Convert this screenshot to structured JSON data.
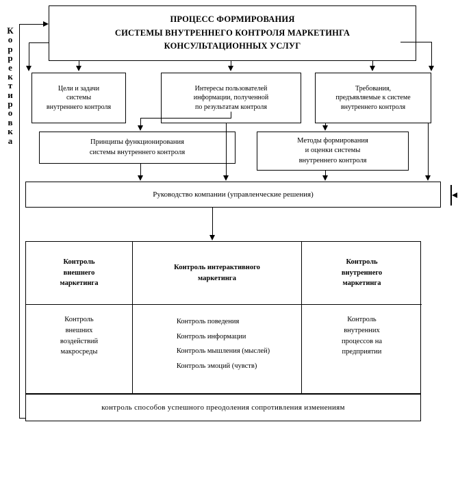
{
  "diagram": {
    "title_lines": [
      "ПРОЦЕСС ФОРМИРОВАНИЯ",
      "СИСТЕМЫ ВНУТРЕННЕГО КОНТРОЛЯ МАРКЕТИНГА",
      "КОНСУЛЬТАЦИОННЫХ  УСЛУГ"
    ],
    "feedback_label": "Корректировка",
    "feedback_label_letters": [
      "К",
      "о",
      "р",
      "р",
      "е",
      "к",
      "т",
      "и",
      "р",
      "о",
      "в",
      "к",
      "а"
    ],
    "level2": [
      {
        "id": "goals",
        "lines": [
          "Цели и задачи",
          "системы",
          "внутреннего контроля"
        ]
      },
      {
        "id": "interests",
        "lines": [
          "Интересы пользователей",
          "информации, полученной",
          "по результатам контроля"
        ]
      },
      {
        "id": "requirements",
        "lines": [
          "Требования,",
          "предъявляемые к системе",
          "внутреннего контроля"
        ]
      }
    ],
    "level3": [
      {
        "id": "principles",
        "lines": [
          "Принципы функционирования",
          "системы внутреннего контроля"
        ]
      },
      {
        "id": "methods",
        "lines": [
          "Методы формирования",
          "и оценки системы",
          "внутреннего контроля"
        ]
      }
    ],
    "management_bar": "Руководство компании  (управленческие решения)",
    "matrix": {
      "headers": [
        {
          "id": "external",
          "lines": [
            "Контроль",
            "внешнего",
            "маркетинга"
          ]
        },
        {
          "id": "interactive",
          "lines": [
            "Контроль интерактивного",
            "маркетинга"
          ]
        },
        {
          "id": "internal",
          "lines": [
            "Контроль",
            "внутреннего",
            "маркетинга"
          ]
        }
      ],
      "cells": [
        {
          "id": "external-items",
          "mode": "center",
          "lines": [
            "Контроль",
            "внешних",
            "воздействий",
            "макросреды"
          ]
        },
        {
          "id": "interactive-items",
          "mode": "list",
          "lines": [
            "Контроль поведения",
            "Контроль информации",
            "Контроль мышления (мыслей)",
            "Контроль эмоций (чувств)"
          ]
        },
        {
          "id": "internal-items",
          "mode": "center",
          "lines": [
            "Контроль",
            "внутренних",
            "процессов на",
            "предприятии"
          ]
        }
      ]
    },
    "bottom_bar": "контроль способов успешного преодоления сопротивления изменениям",
    "colors": {
      "stroke": "#000000",
      "background": "#ffffff"
    }
  }
}
